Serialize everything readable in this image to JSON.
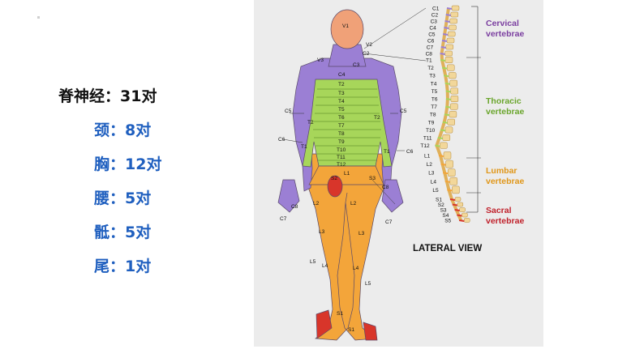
{
  "nerves": {
    "title": "脊神经：31对",
    "items": [
      {
        "name": "颈",
        "sep": "：",
        "count": "8对"
      },
      {
        "name": "胸",
        "sep": "：",
        "count": "12对"
      },
      {
        "name": "腰",
        "sep": "：",
        "count": "5对"
      },
      {
        "name": "骶",
        "sep": "：",
        "count": "5对"
      },
      {
        "name": "尾",
        "sep": "：",
        "count": "1对"
      }
    ]
  },
  "figure": {
    "view_label": "LATERAL VIEW",
    "regions": [
      {
        "line1": "Cervical",
        "line2": "vertebrae",
        "color": "#7b3fa0"
      },
      {
        "line1": "Thoracic",
        "line2": "vertebrae",
        "color": "#6aa52c"
      },
      {
        "line1": "Lumbar",
        "line2": "vertebrae",
        "color": "#e0971a"
      },
      {
        "line1": "Sacral",
        "line2": "vertebrae",
        "color": "#c0212b"
      }
    ],
    "region_colors": {
      "cervical": "#9b7fd4",
      "thoracic": "#a7d65a",
      "lumbar": "#f3a53a",
      "sacral": "#d8352a",
      "face": "#f0a178"
    },
    "spine_labels": [
      "C1",
      "C2",
      "C3",
      "C4",
      "C5",
      "C6",
      "C7",
      "C8",
      "T1",
      "T2",
      "T3",
      "T4",
      "T5",
      "T6",
      "T7",
      "T8",
      "T9",
      "T10",
      "T11",
      "T12",
      "L1",
      "L2",
      "L3",
      "L4",
      "L5",
      "S1",
      "S2",
      "S3",
      "S4",
      "S5"
    ],
    "body_labels": {
      "face": [
        "V1",
        "V2",
        "V3"
      ],
      "neck": [
        "C2",
        "C3",
        "C4"
      ],
      "arm_left": [
        "C5",
        "C6",
        "T2",
        "T1",
        "C8",
        "C7"
      ],
      "arm_right": [
        "C5",
        "C6",
        "T2",
        "T1",
        "C8",
        "C7"
      ],
      "trunk": [
        "T2",
        "T3",
        "T4",
        "T5",
        "T6",
        "T7",
        "T8",
        "T9",
        "T10",
        "T11",
        "T12"
      ],
      "pelvis": [
        "L1",
        "S2",
        "S3"
      ],
      "legs": [
        "L2",
        "L2",
        "L3",
        "L3",
        "L4",
        "L4",
        "L5",
        "L5",
        "S1",
        "S1"
      ]
    }
  }
}
